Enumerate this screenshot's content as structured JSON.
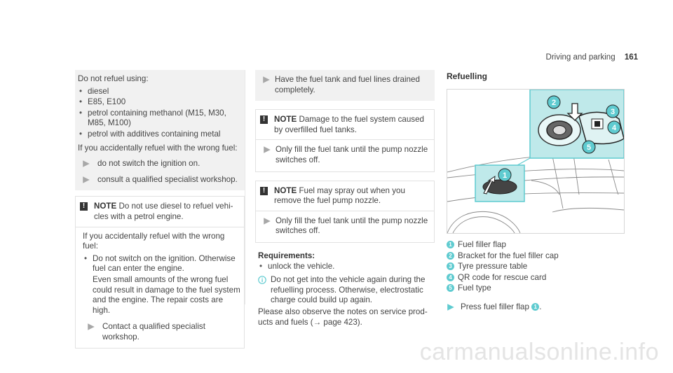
{
  "header": {
    "section": "Driving and parking",
    "page_number": "161"
  },
  "col1": {
    "intro": "Do not refuel using:",
    "fuels": [
      "diesel",
      "E85, E100",
      "petrol containing methanol (M15, M30, M85, M100)",
      "petrol with additives containing metal"
    ],
    "accident": "If you accidentally refuel with the wrong fuel:",
    "steps1": [
      "do not switch the ignition on.",
      "consult a qualified specialist workshop."
    ],
    "note_label": "NOTE",
    "note_text": "Do not use diesel to refuel vehi­cles with a petrol engine.",
    "accident2": "If you accidentally refuel with the wrong fuel:",
    "bullets2": [
      "Do not switch on the ignition. Otherwise fuel can enter the engine."
    ],
    "damage": "Even small amounts of the wrong fuel could result in damage to the fuel system and the engine. The repair costs are high.",
    "step2": "Contact a qualified specialist workshop."
  },
  "col2": {
    "step_drain": "Have the fuel tank and fuel lines drained completely.",
    "note1_label": "NOTE",
    "note1_text": "Damage to the fuel system caused by overfilled fuel tanks.",
    "note1_step": "Only fill the fuel tank until the pump nozzle switches off.",
    "note2_label": "NOTE",
    "note2_text": "Fuel may spray out when you remove the fuel pump nozzle.",
    "note2_step": "Only fill the fuel tank until the pump nozzle switches off.",
    "req_title": "Requirements:",
    "req_items": [
      "unlock the vehicle."
    ],
    "info": "Do not get into the vehicle again during the refuelling process. Otherwise, electrostatic charge could build up again.",
    "observe": "Please also observe the notes on service prod­ucts and fuels (→ page 423)."
  },
  "col3": {
    "title": "Refuelling",
    "legend": [
      {
        "n": "1",
        "label": "Fuel filler flap"
      },
      {
        "n": "2",
        "label": "Bracket for the fuel filler cap"
      },
      {
        "n": "3",
        "label": "Tyre pressure table"
      },
      {
        "n": "4",
        "label": "QR code for rescue card"
      },
      {
        "n": "5",
        "label": "Fuel type"
      }
    ],
    "step_text": "Press fuel filler flap",
    "step_ref": "1",
    "step_end": "."
  },
  "figure": {
    "accent": "#5fcbd0",
    "callouts": [
      "1",
      "2",
      "3",
      "4",
      "5"
    ]
  },
  "watermark": "carmanualsonline.info"
}
